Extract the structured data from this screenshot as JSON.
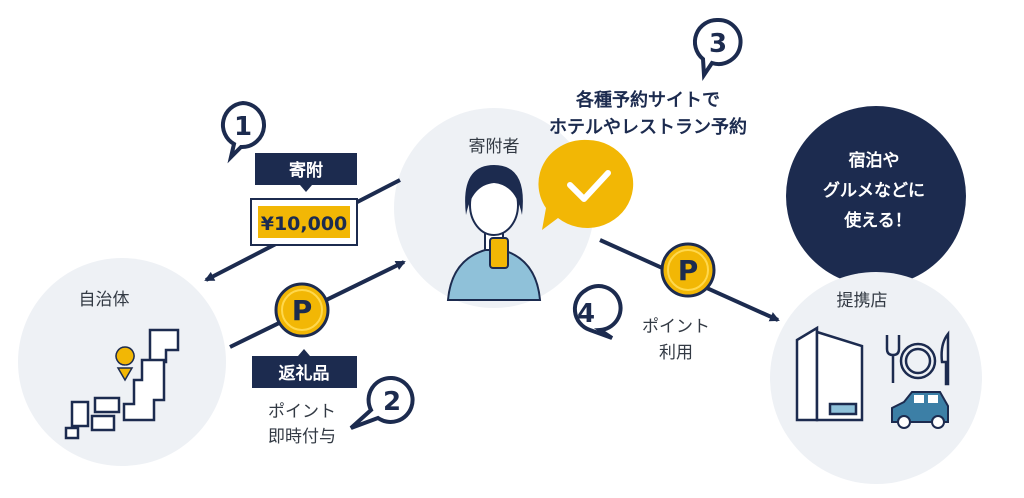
{
  "colors": {
    "navy": "#1c2b4f",
    "yellow": "#f2b705",
    "circle_bg": "#eef1f5",
    "text": "#333a44"
  },
  "nodes": {
    "municipality": "自治体",
    "donor": "寄附者",
    "partner_store": "提携店"
  },
  "steps": {
    "step1": {
      "number": "1",
      "label": "寄附",
      "amount": "¥10,000"
    },
    "step2": {
      "number": "2",
      "label": "返礼品",
      "line1": "ポイント",
      "line2": "即時付与",
      "coin": "P"
    },
    "step3": {
      "number": "3",
      "line1": "各種予約サイトで",
      "line2": "ホテルやレストラン予約"
    },
    "step4": {
      "number": "4",
      "line1": "ポイント",
      "line2": "利用",
      "coin": "P"
    }
  },
  "callout": {
    "line1": "宿泊や",
    "line2": "グルメなどに",
    "line3": "使える！"
  }
}
